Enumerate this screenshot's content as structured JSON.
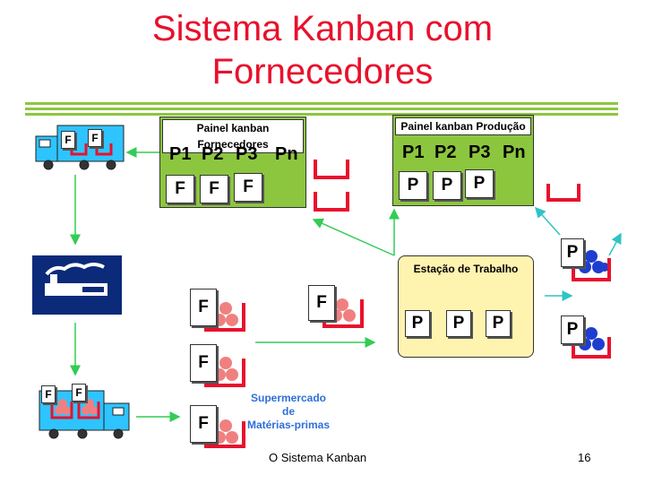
{
  "title_line1": "Sistema Kanban com",
  "title_line2": "Fornecedores",
  "panel_fornecedores": {
    "title": "Painel kanban Fornecedores",
    "labels": [
      "P1",
      "P2",
      "P3",
      "Pn"
    ],
    "cards": [
      "F",
      "F",
      "F"
    ]
  },
  "panel_producao": {
    "title": "Painel kanban Produção",
    "labels": [
      "P1",
      "P2",
      "P3",
      "Pn"
    ],
    "cards": [
      "P",
      "P",
      "P"
    ]
  },
  "workstation": {
    "title": "Estação de Trabalho",
    "cards": [
      "P",
      "P",
      "P"
    ]
  },
  "supermarket": {
    "line1": "Supermercado",
    "line2": "de",
    "line3": "Matérias-primas"
  },
  "card_f": "F",
  "card_p": "P",
  "truck_cards": [
    "F",
    "F"
  ],
  "footer_text": "O Sistema Kanban",
  "page_number": "16",
  "colors": {
    "title": "#e8112d",
    "panel": "#8cc63f",
    "workstation": "#fff3b0",
    "container": "#e8112d",
    "raw_material": "#f08080",
    "product": "#1f3ecf",
    "arrow": "#33cc55",
    "supermarket_text": "#2e6fd8"
  }
}
